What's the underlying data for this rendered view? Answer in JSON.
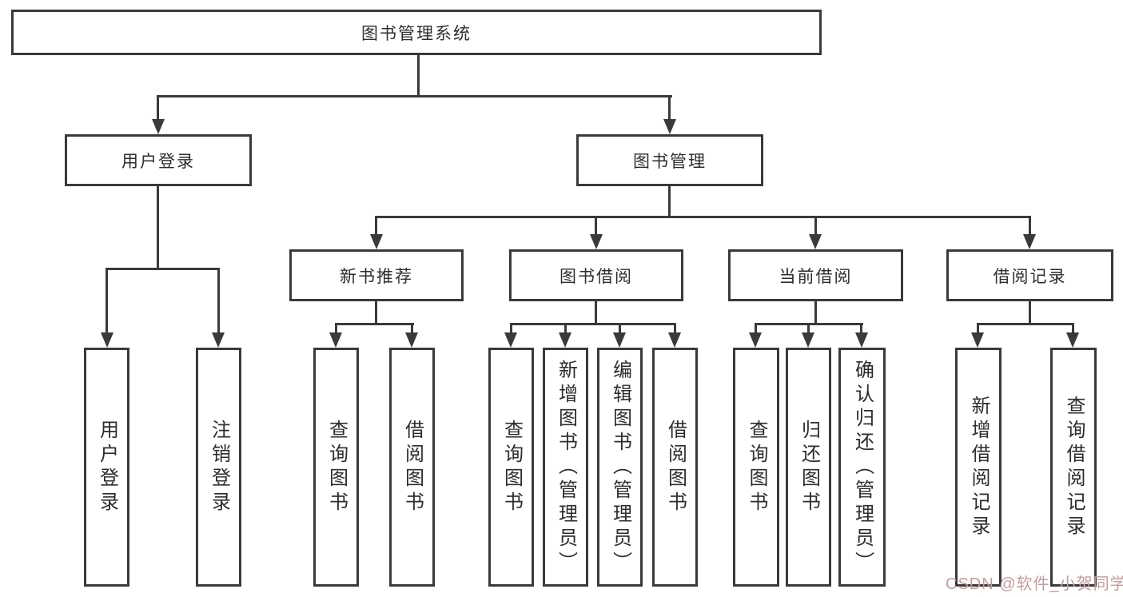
{
  "nodes": {
    "root": {
      "label": "图书管理系统"
    },
    "level2": [
      {
        "label": "用户登录"
      },
      {
        "label": "图书管理"
      }
    ],
    "level3": [
      {
        "label": "新书推荐"
      },
      {
        "label": "图书借阅"
      },
      {
        "label": "当前借阅"
      },
      {
        "label": "借阅记录"
      }
    ],
    "leaves": [
      {
        "label": "用户登录"
      },
      {
        "label": "注销登录"
      },
      {
        "label": "查询图书"
      },
      {
        "label": "借阅图书"
      },
      {
        "label": "查询图书"
      },
      {
        "label": "新增图书（管理员）"
      },
      {
        "label": "编辑图书（管理员）"
      },
      {
        "label": "借阅图书"
      },
      {
        "label": "查询图书"
      },
      {
        "label": "归还图书"
      },
      {
        "label": "确认归还（管理员）"
      },
      {
        "label": "新增借阅记录"
      },
      {
        "label": "查询借阅记录"
      }
    ]
  },
  "watermark": {
    "text": "CSDN @软件_小贺同学"
  },
  "colors": {
    "line": "#3a3a3a",
    "text": "#2d2d2d",
    "watermark": "#c49c9c",
    "background": "#ffffff"
  }
}
